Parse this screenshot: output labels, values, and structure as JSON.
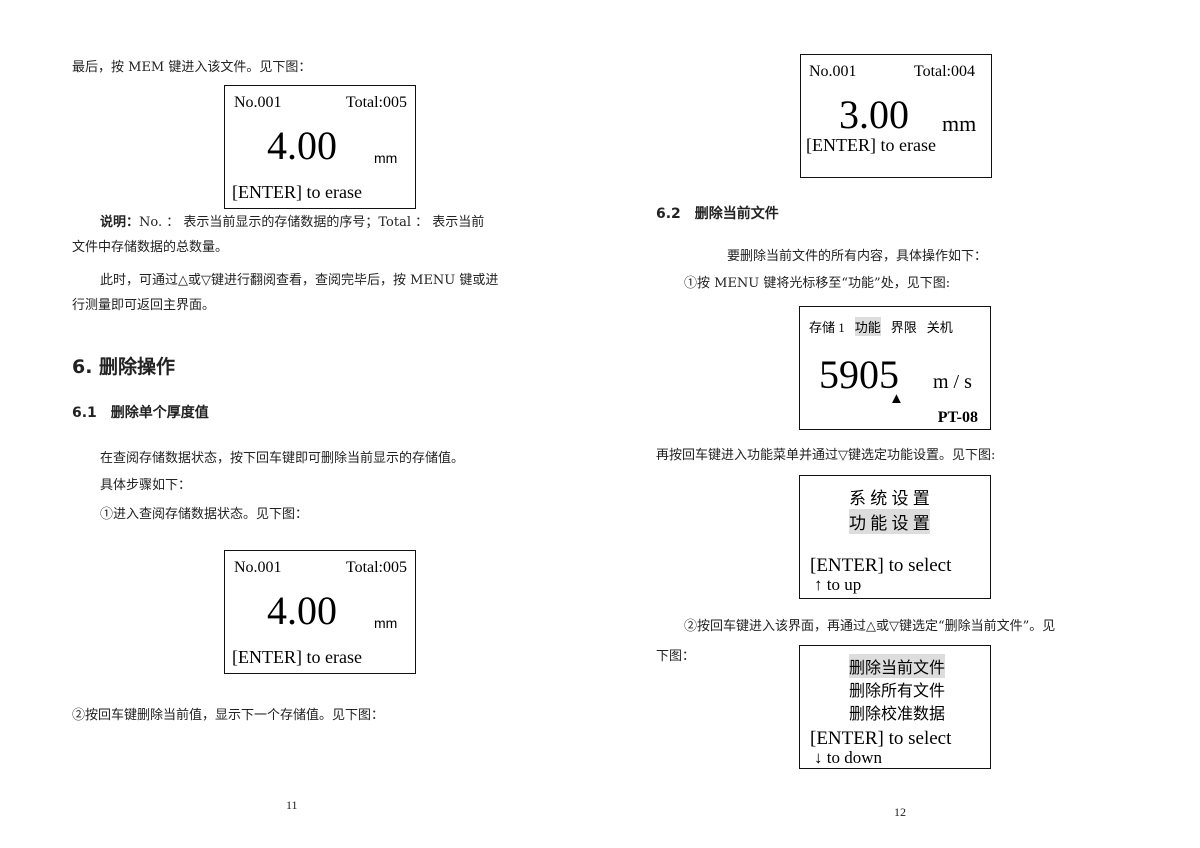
{
  "left": {
    "intro": "最后，按 MEM 键进入该文件。见下图：",
    "screen1": {
      "no": "No.001",
      "total": "Total:005",
      "value": "4.00",
      "unit": "mm",
      "prompt": "[ENTER] to erase"
    },
    "note_label": "说明：",
    "note_line1": "No. ： 表示当前显示的存储数据的序号；Total ： 表示当前",
    "note_line2": "文件中存储数据的总数量。",
    "para_line1": "此时，可通过△或▽键进行翻阅查看，查阅完毕后，按 MENU 键或进",
    "para_line2": "行测量即可返回主界面。",
    "section_title": "6. 删除操作",
    "subsection_title": "6.1　删除单个厚度值",
    "step_intro1": "在查阅存储数据状态，按下回车键即可删除当前显示的存储值。",
    "step_intro2": "具体步骤如下：",
    "step1": "①进入查阅存储数据状态。见下图：",
    "screen2": {
      "no": "No.001",
      "total": "Total:005",
      "value": "4.00",
      "unit": "mm",
      "prompt": "[ENTER] to erase"
    },
    "step2": "②按回车键删除当前值，显示下一个存储值。见下图：",
    "page_number": "11"
  },
  "right": {
    "screen1": {
      "no": "No.001",
      "total": "Total:004",
      "value": "3.00",
      "unit": "mm",
      "prompt": "[ENTER] to erase"
    },
    "subsection_title": "6.2　删除当前文件",
    "intro": "要删除当前文件的所有内容，具体操作如下：",
    "step1": "①按 MENU 键将光标移至“功能”处，见下图:",
    "screen2": {
      "menu": [
        "存储 1",
        "功能",
        "界限",
        "关机"
      ],
      "value": "5905",
      "unit": "m / s",
      "cursor": "▲",
      "model": "PT-08"
    },
    "para": "再按回车键进入功能菜单并通过▽键选定功能设置。见下图:",
    "screen3": {
      "items": [
        "系 统 设 置",
        "功 能 设 置"
      ],
      "prompt": "[ENTER] to select",
      "hint": "↑ to up"
    },
    "step2_line1": "②按回车键进入该界面，再通过△或▽键选定“删除当前文件”。见",
    "step2_line2": "下图：",
    "screen4": {
      "items": [
        "删除当前文件",
        "删除所有文件",
        "删除校准数据"
      ],
      "prompt": "[ENTER] to select",
      "hint": "↓ to down"
    },
    "page_number": "12"
  }
}
